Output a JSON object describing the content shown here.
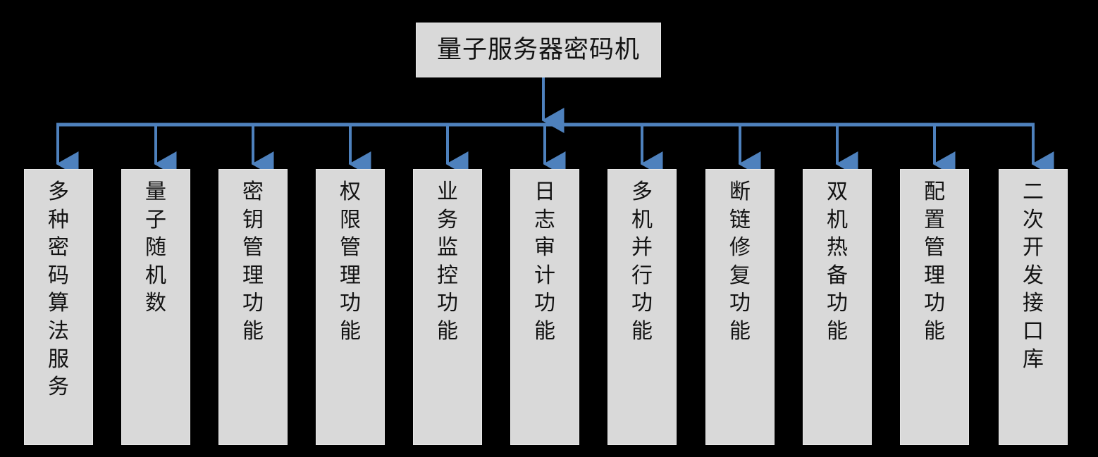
{
  "diagram": {
    "title": "量子服务器密码机",
    "type": "hierarchy-tree",
    "orientation": "top-down",
    "colors": {
      "background": "#000000",
      "node_fill": "#D9D9D9",
      "node_border": "#E8E8E8",
      "node_text": "#131313",
      "connector": "#4E81BD"
    },
    "root": {
      "label": "量子服务器密码机"
    },
    "children": [
      {
        "label": "多种密码算法服务"
      },
      {
        "label": "量子随机数"
      },
      {
        "label": "密钥管理功能"
      },
      {
        "label": "权限管理功能"
      },
      {
        "label": "业务监控功能"
      },
      {
        "label": "日志审计功能"
      },
      {
        "label": "多机并行功能"
      },
      {
        "label": "断链修复功能"
      },
      {
        "label": "双机热备功能"
      },
      {
        "label": "配置管理功能"
      },
      {
        "label": "二次开发接口库"
      }
    ]
  }
}
